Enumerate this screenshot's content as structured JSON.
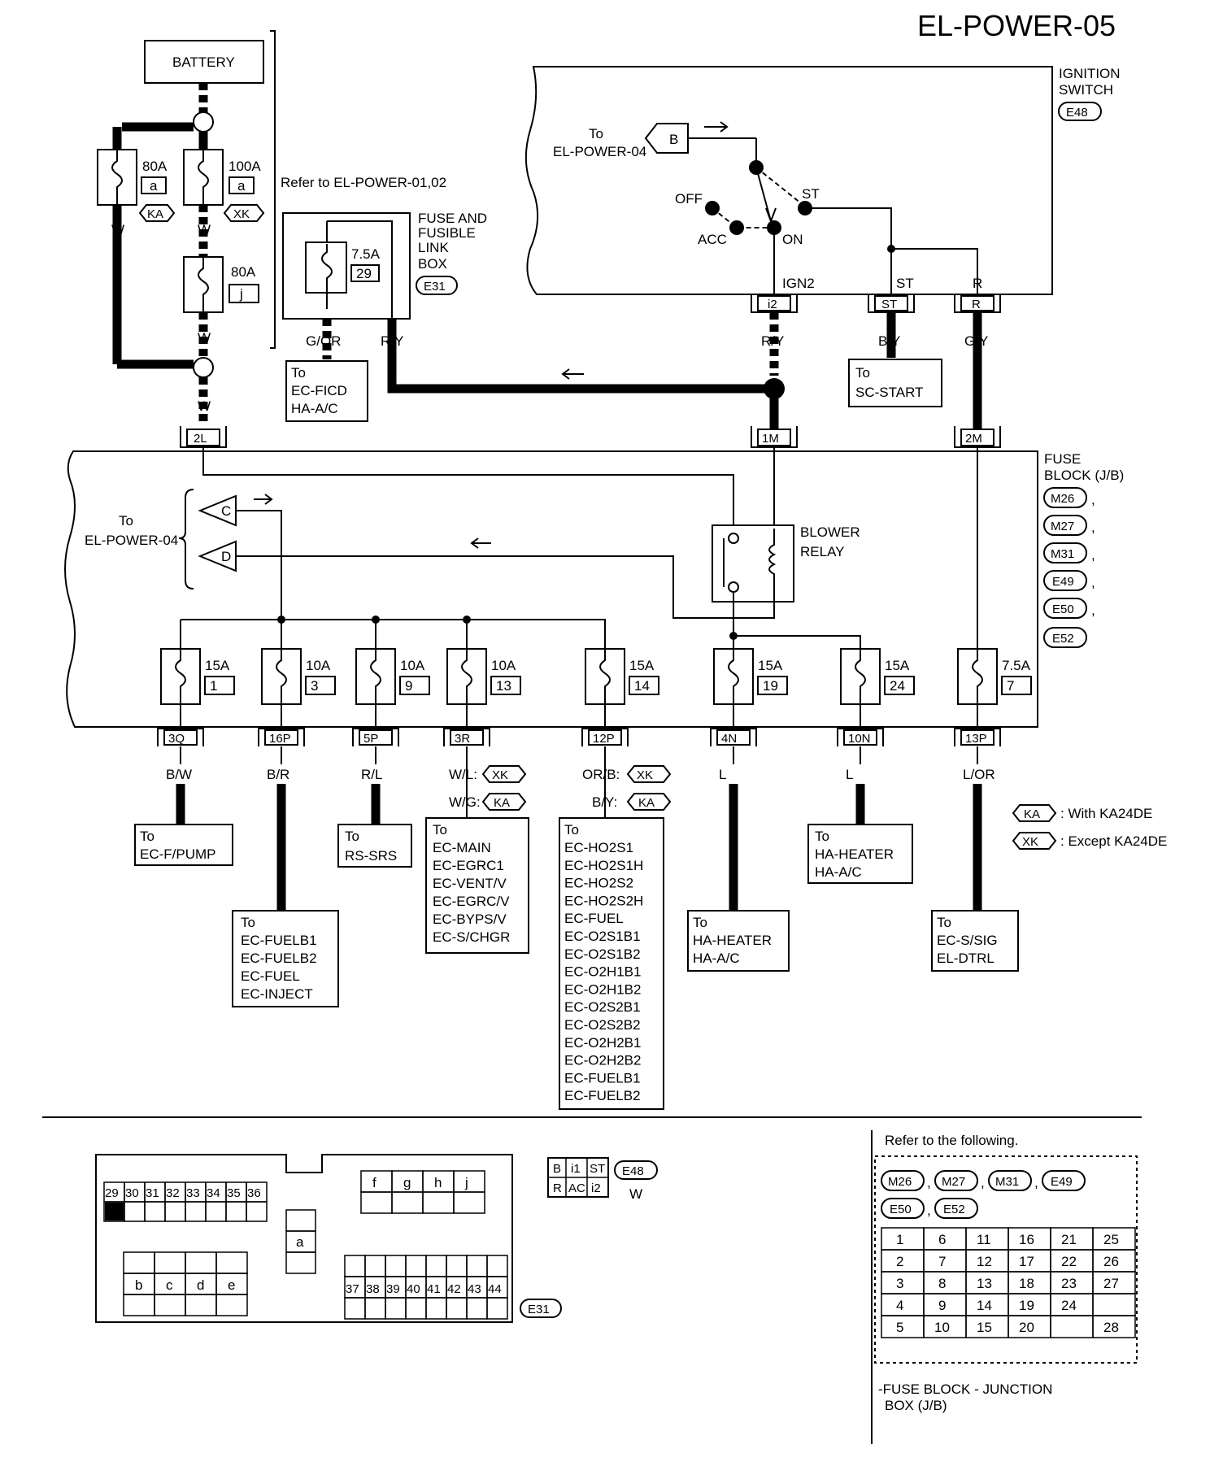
{
  "title": "EL-POWER-05",
  "battery": "BATTERY",
  "battery_fuses": [
    {
      "amp": "80A",
      "code": "a",
      "variant": "KA"
    },
    {
      "amp": "100A",
      "code": "a",
      "variant": "XK"
    },
    {
      "amp": "80A",
      "code": "j"
    }
  ],
  "wire_w": "W",
  "refer_power": "Refer to EL-POWER-01,02",
  "fuse_link_box": {
    "l1": "FUSE AND",
    "l2": "FUSIBLE",
    "l3": "LINK",
    "l4": "BOX",
    "conn": "E31",
    "fuse_amp": "7.5A",
    "fuse_no": "29"
  },
  "ignition": {
    "l1": "IGNITION",
    "l2": "SWITCH",
    "conn": "E48",
    "to": "To",
    "dest": "EL-POWER-04",
    "b": "B",
    "off": "OFF",
    "acc": "ACC",
    "on": "ON",
    "st": "ST",
    "ign2": "IGN2",
    "st2": "ST",
    "r": "R"
  },
  "ign_terminals": [
    {
      "pin": "i2",
      "wire": "R/Y"
    },
    {
      "pin": "ST",
      "wire": "B/Y"
    },
    {
      "pin": "R",
      "wire": "G/Y"
    }
  ],
  "fl_wires": {
    "left": "G/OR",
    "right": "R/Y"
  },
  "to_ecficd": {
    "to": "To",
    "lines": [
      "EC-FICD",
      "HA-A/C"
    ]
  },
  "to_scstart": {
    "to": "To",
    "lines": [
      "SC-START"
    ]
  },
  "jb_top_conns": [
    "2L",
    "1M",
    "2M"
  ],
  "fuse_block": {
    "l1": "FUSE",
    "l2": "BLOCK (J/B)",
    "conns": [
      "M26",
      "M27",
      "M31",
      "E49",
      "E50",
      "E52"
    ],
    "comma": ","
  },
  "to_ep04": {
    "to": "To",
    "dest": "EL-POWER-04",
    "c": "C",
    "d": "D"
  },
  "blower": {
    "l1": "BLOWER",
    "l2": "RELAY"
  },
  "jb_fuses": [
    {
      "amp": "15A",
      "no": "1",
      "conn": "3Q",
      "wire": "B/W"
    },
    {
      "amp": "10A",
      "no": "3",
      "conn": "16P",
      "wire": "B/R"
    },
    {
      "amp": "10A",
      "no": "9",
      "conn": "5P",
      "wire": "R/L"
    },
    {
      "amp": "10A",
      "no": "13",
      "conn": "3R",
      "wire": ""
    },
    {
      "amp": "15A",
      "no": "14",
      "conn": "12P",
      "wire": ""
    },
    {
      "amp": "15A",
      "no": "19",
      "conn": "4N",
      "wire": "L"
    },
    {
      "amp": "15A",
      "no": "24",
      "conn": "10N",
      "wire": "L"
    },
    {
      "amp": "7.5A",
      "no": "7",
      "conn": "13P",
      "wire": "L/OR"
    }
  ],
  "var_wires": {
    "wl": "W/L:",
    "wg": "W/G:",
    "orb": "OR/B:",
    "by": "B/Y:",
    "xk": "XK",
    "ka": "KA"
  },
  "dests": {
    "fpump": {
      "to": "To",
      "lines": [
        "EC-F/PUMP"
      ]
    },
    "fuelb": {
      "to": "To",
      "lines": [
        "EC-FUELB1",
        "EC-FUELB2",
        "EC-FUEL",
        "EC-INJECT"
      ]
    },
    "srs": {
      "to": "To",
      "lines": [
        "RS-SRS"
      ]
    },
    "main": {
      "to": "To",
      "lines": [
        "EC-MAIN",
        "EC-EGRC1",
        "EC-VENT/V",
        "EC-EGRC/V",
        "EC-BYPS/V",
        "EC-S/CHGR"
      ]
    },
    "ho2s": {
      "to": "To",
      "lines": [
        "EC-HO2S1",
        "EC-HO2S1H",
        "EC-HO2S2",
        "EC-HO2S2H",
        "EC-FUEL",
        "EC-O2S1B1",
        "EC-O2S1B2",
        "EC-O2H1B1",
        "EC-O2H1B2",
        "EC-O2S2B1",
        "EC-O2S2B2",
        "EC-O2H2B1",
        "EC-O2H2B2",
        "EC-FUELB1",
        "EC-FUELB2"
      ]
    },
    "heater1": {
      "to": "To",
      "lines": [
        "HA-HEATER",
        "HA-A/C"
      ]
    },
    "heater2": {
      "to": "To",
      "lines": [
        "HA-HEATER",
        "HA-A/C"
      ]
    },
    "ssig": {
      "to": "To",
      "lines": [
        "EC-S/SIG",
        "EL-DTRL"
      ]
    }
  },
  "legend": [
    {
      "code": "KA",
      "text": ": With KA24DE"
    },
    {
      "code": "XK",
      "text": ": Except KA24DE"
    }
  ],
  "e31_face": {
    "row1": [
      "29",
      "30",
      "31",
      "32",
      "33",
      "34",
      "35",
      "36"
    ],
    "top_right": [
      "f",
      "g",
      "h",
      "j"
    ],
    "mid": "a",
    "lower_left": [
      "b",
      "c",
      "d",
      "e"
    ],
    "lower_right": [
      "37",
      "38",
      "39",
      "40",
      "41",
      "42",
      "43",
      "44"
    ],
    "conn": "E31"
  },
  "e48_face": {
    "row1": [
      "B",
      "i1",
      "ST"
    ],
    "row2": [
      "R",
      "AC",
      "i2"
    ],
    "conn": "E48",
    "color": "W"
  },
  "refer_following": "Refer to the following.",
  "refer_conns": [
    "M26",
    "M27",
    "M31",
    "E49",
    "E50",
    "E52"
  ],
  "jb_grid": [
    [
      "1",
      "6",
      "11",
      "16",
      "21",
      "25"
    ],
    [
      "2",
      "7",
      "12",
      "17",
      "22",
      "26"
    ],
    [
      "3",
      "8",
      "13",
      "18",
      "23",
      "27"
    ],
    [
      "4",
      "9",
      "14",
      "19",
      "24",
      ""
    ],
    [
      "5",
      "10",
      "15",
      "20",
      "",
      "28"
    ]
  ],
  "fb_note_1": "-FUSE BLOCK - JUNCTION",
  "fb_note_2": "BOX (J/B)"
}
